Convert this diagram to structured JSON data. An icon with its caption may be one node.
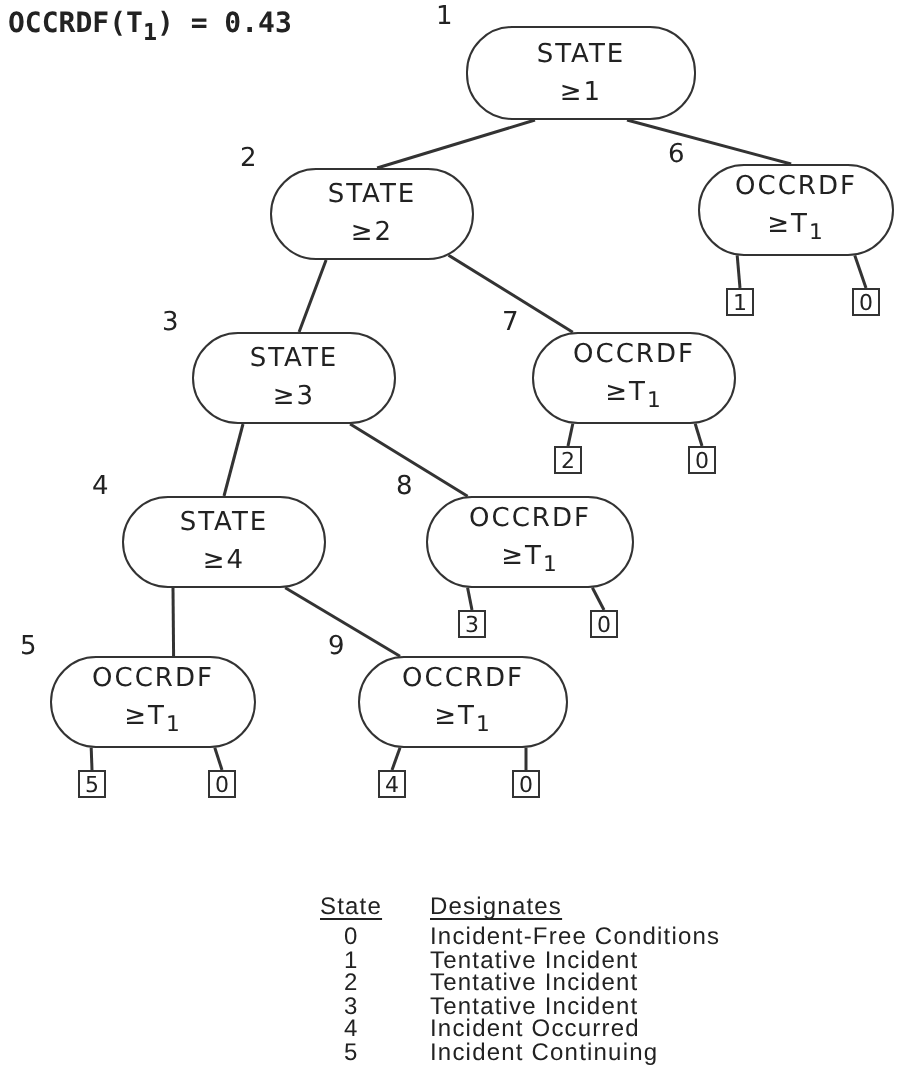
{
  "diagram": {
    "nodes": [
      {
        "text": [
          "STATE",
          "≥1"
        ],
        "beside": [
          "1"
        ]
      },
      {
        "text": [
          "STATE",
          "≥2"
        ],
        "beside": [
          "2"
        ]
      },
      {
        "text": [
          "STATE",
          "≥3"
        ],
        "beside": [
          "3"
        ]
      },
      {
        "text": [
          "STATE",
          "≥4"
        ],
        "beside": [
          "4"
        ]
      },
      {
        "text": [
          "OCCRDF",
          "≥T$_{1}$"
        ],
        "beside": [
          "5"
        ]
      },
      {
        "text": [
          "OCCRDF",
          "≥T$_{1}$"
        ],
        "beside": [
          "6"
        ]
      },
      {
        "text": [
          "OCCRDF",
          "≥T$_{1}$"
        ],
        "beside": [
          "7"
        ]
      },
      {
        "text": [
          "OCCRDF",
          "≥T$_{1}$"
        ],
        "beside": [
          "8"
        ]
      },
      {
        "text": [
          "OCCRDF",
          "≥T$_{1}$"
        ],
        "beside": [
          "9"
        ]
      },
      {
        "text": [
          "1"
        ]
      },
      {
        "text": [
          "0"
        ]
      },
      {
        "text": [
          "2"
        ]
      },
      {
        "text": [
          "0"
        ]
      },
      {
        "text": [
          "3"
        ]
      },
      {
        "text": [
          "0"
        ]
      },
      {
        "text": [
          "5"
        ]
      },
      {
        "text": [
          "0"
        ]
      },
      {
        "text": [
          "4"
        ]
      },
      {
        "text": [
          "0"
        ]
      }
    ],
    "edges": [
      {
        "from": 0,
        "to": 1,
        "arrow": "none"
      },
      {
        "from": 0,
        "to": 5,
        "arrow": "none"
      },
      {
        "from": 1,
        "to": 2,
        "arrow": "none"
      },
      {
        "from": 1,
        "to": 6,
        "arrow": "none"
      },
      {
        "from": 2,
        "to": 3,
        "arrow": "none"
      },
      {
        "from": 2,
        "to": 7,
        "arrow": "none"
      },
      {
        "from": 3,
        "to": 4,
        "arrow": "none"
      },
      {
        "from": 3,
        "to": 8,
        "arrow": "none"
      },
      {
        "from": 5,
        "to": 9,
        "arrow": "none"
      },
      {
        "from": 5,
        "to": 10,
        "arrow": "none"
      },
      {
        "from": 6,
        "to": 11,
        "arrow": "none"
      },
      {
        "from": 6,
        "to": 12,
        "arrow": "none"
      },
      {
        "from": 7,
        "to": 13,
        "arrow": "none"
      },
      {
        "from": 7,
        "to": 14,
        "arrow": "none"
      },
      {
        "from": 4,
        "to": 15,
        "arrow": "none"
      },
      {
        "from": 4,
        "to": 16,
        "arrow": "none"
      },
      {
        "from": 8,
        "to": 17,
        "arrow": "none"
      },
      {
        "from": 8,
        "to": 18,
        "arrow": "none"
      }
    ],
    "labels": [
      "OCCRDF(T$_{1}$) = 0.43",
      "State",
      "Designates",
      "0",
      "Incident-Free Conditions",
      "1",
      "Tentative Incident",
      "2",
      "Tentative Incident",
      "3",
      "Tentative Incident",
      "4",
      "Incident Occurred",
      "5",
      "Incident Continuing"
    ]
  }
}
